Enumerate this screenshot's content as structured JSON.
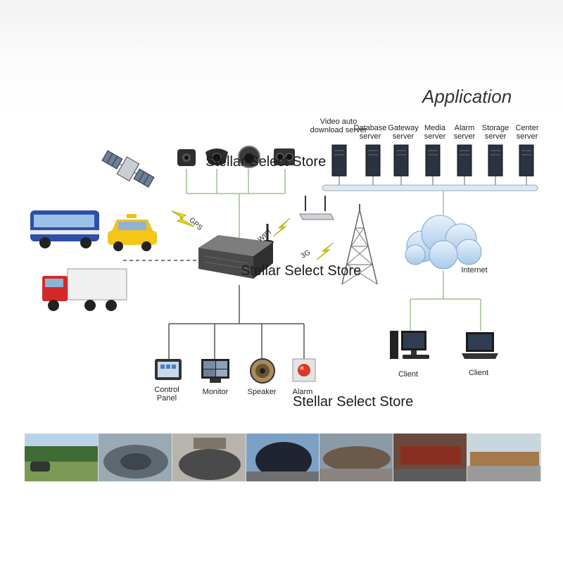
{
  "title": "Application",
  "servers": [
    {
      "label": "Video auto download server"
    },
    {
      "label": "Database server"
    },
    {
      "label": "Gateway server"
    },
    {
      "label": "Media server"
    },
    {
      "label": "Alarm server"
    },
    {
      "label": "Storage server"
    },
    {
      "label": "Center server"
    }
  ],
  "links": {
    "gps": "GPS",
    "wifi": "WIFI",
    "g3": "3G"
  },
  "internet": "Internet",
  "clients": [
    "Client",
    "Client"
  ],
  "devices": [
    "Control Panel",
    "Monitor",
    "Speaker",
    "Alarm"
  ],
  "watermark": "Stellar Select Store",
  "colors": {
    "line": "#9bc38a",
    "server": "#2a3340",
    "cloud": "#a9c9ea",
    "bolt": "#e8e020"
  }
}
